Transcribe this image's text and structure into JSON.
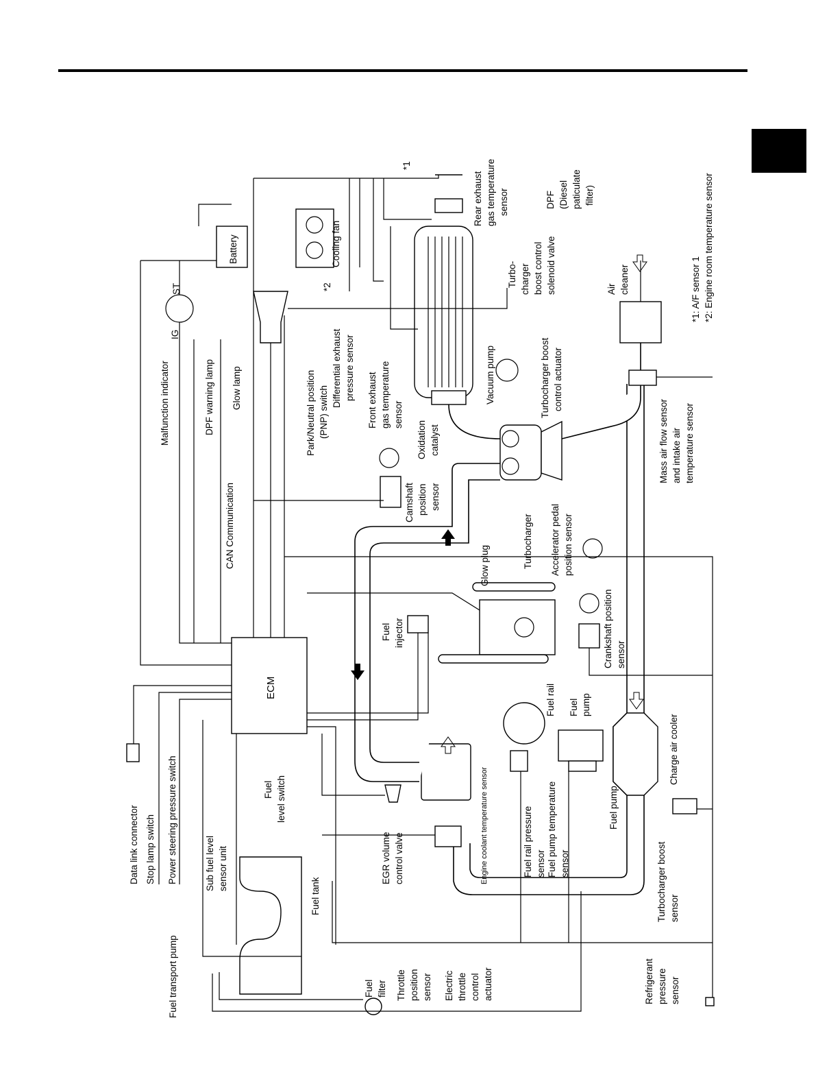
{
  "labels": {
    "data_link_connector": "Data link connector",
    "stop_lamp_switch": "Stop lamp switch",
    "power_steering_pressure_switch": "Power steering pressure switch",
    "fuel_transport_pump": "Fuel transport pump",
    "sub_fuel_level_sensor_unit_1": "Sub fuel level",
    "sub_fuel_level_sensor_unit_2": "sensor unit",
    "fuel_level_switch_1": "Fuel",
    "fuel_level_switch_2": "level switch",
    "fuel_tank": "Fuel tank",
    "fuel_filter_1": "Fuel",
    "fuel_filter_2": "filter",
    "throttle_position_sensor_1": "Throttle",
    "throttle_position_sensor_2": "position",
    "throttle_position_sensor_3": "sensor",
    "electric_throttle_1": "Electric",
    "electric_throttle_2": "throttle",
    "electric_throttle_3": "control",
    "electric_throttle_4": "actuator",
    "egr_valve_1": "EGR volume",
    "egr_valve_2": "control valve",
    "engine_coolant_temperature_sensor": "Engine coolant temperature sensor",
    "fuel_rail_pressure_sensor_1": "Fuel rail pressure",
    "fuel_rail_pressure_sensor_2": "sensor",
    "fuel_pump_temperature_sensor_1": "Fuel pump temperature",
    "fuel_pump_temperature_sensor_2": "sensor",
    "fuel_pump": "Fuel pump",
    "turbocharger_boost_sensor_1": "Turbocharger boost",
    "turbocharger_boost_sensor_2": "sensor",
    "refrigerant_pressure_sensor_1": "Refrigerant",
    "refrigerant_pressure_sensor_2": "pressure",
    "refrigerant_pressure_sensor_3": "sensor",
    "charge_air_cooler": "Charge air cooler",
    "fuel_rail": "Fuel rail",
    "fuel_pump_box_1": "Fuel",
    "fuel_pump_box_2": "pump",
    "crankshaft_position_sensor_1": "Crankshaft position",
    "crankshaft_position_sensor_2": "sensor",
    "fuel_injector_1": "Fuel",
    "fuel_injector_2": "injector",
    "glow_plug": "Glow plug",
    "accelerator_pedal_1": "Accelerator pedal",
    "accelerator_pedal_2": "position sensor",
    "turbocharger": "Turbocharger",
    "mass_air_flow_1": "Mass air flow sensor",
    "mass_air_flow_2": "and intake air",
    "mass_air_flow_3": "temperature sensor",
    "ecm": "ECM",
    "can_communication": "CAN Communication",
    "camshaft_1": "Camshaft",
    "camshaft_2": "position",
    "camshaft_3": "sensor",
    "park_neutral_1": "Park/Neutral position",
    "park_neutral_2": "(PNP) switch",
    "malfunction_indicator": "Malfunction indicator",
    "dpf_warning_lamp": "DPF warning lamp",
    "glow_lamp": "Glow lamp",
    "ig": "IG",
    "st": "ST",
    "battery": "Battery",
    "cooling_fan": "Cooling fan",
    "star2_marker": "*2",
    "star1_marker": "*1",
    "diff_exhaust_1": "Differential exhaust",
    "diff_exhaust_2": "pressure sensor",
    "front_exhaust_1": "Front exhaust",
    "front_exhaust_2": "gas temperature",
    "front_exhaust_3": "sensor",
    "oxidation_catalyst_1": "Oxidation",
    "oxidation_catalyst_2": "catalyst",
    "vacuum_pump": "Vacuum pump",
    "turbo_boost_actuator_1": "Turbocharger boost",
    "turbo_boost_actuator_2": "control actuator",
    "turbo_solenoid_1": "Turbo-",
    "turbo_solenoid_2": "charger",
    "turbo_solenoid_3": "boost control",
    "turbo_solenoid_4": "solenoid valve",
    "rear_exhaust_1": "Rear exhaust",
    "rear_exhaust_2": "gas temperature",
    "rear_exhaust_3": "sensor",
    "dpf_1": "DPF",
    "dpf_2": "(Diesel",
    "dpf_3": "paticulate",
    "dpf_4": "filter)",
    "air_cleaner_1": "Air",
    "air_cleaner_2": "cleaner",
    "footnote_1": "*1: A/F sensor 1",
    "footnote_2": "*2: Engine room temperature sensor"
  }
}
